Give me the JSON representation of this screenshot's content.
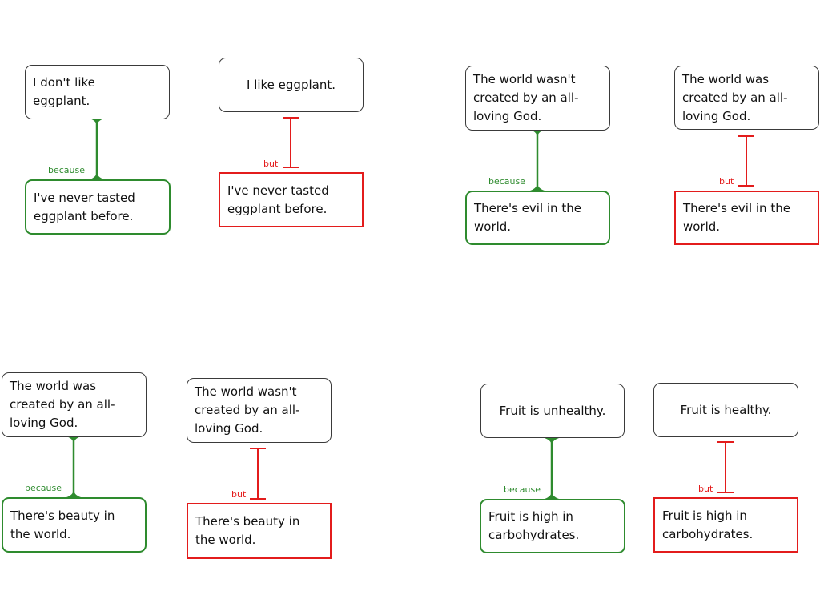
{
  "colors": {
    "support": "#2e8b2e",
    "objection": "#e31c1c",
    "claim_border": "#3a3a3a"
  },
  "arguments": [
    {
      "support": {
        "claim": "I don't like\neggplant.",
        "reason": "I've never tasted\neggplant before.",
        "connector": "because"
      },
      "objection": {
        "claim": "I like eggplant.",
        "reason": "I've never tasted\neggplant before.",
        "connector": "but"
      }
    },
    {
      "support": {
        "claim": "The world wasn't\ncreated by an all-\nloving God.",
        "reason": "There's evil in the\nworld.",
        "connector": "because"
      },
      "objection": {
        "claim": "The world was\ncreated by an all-\nloving God.",
        "reason": "There's evil in the\nworld.",
        "connector": "but"
      }
    },
    {
      "support": {
        "claim": "The world was\ncreated by an all-\nloving God.",
        "reason": "There's beauty in\nthe world.",
        "connector": "because"
      },
      "objection": {
        "claim": "The world wasn't\ncreated by an all-\nloving God.",
        "reason": "There's beauty in\nthe world.",
        "connector": "but"
      }
    },
    {
      "support": {
        "claim": "Fruit is unhealthy.",
        "reason": "Fruit is high in\ncarbohydrates.",
        "connector": "because"
      },
      "objection": {
        "claim": "Fruit is healthy.",
        "reason": "Fruit is high in\ncarbohydrates.",
        "connector": "but"
      }
    }
  ]
}
